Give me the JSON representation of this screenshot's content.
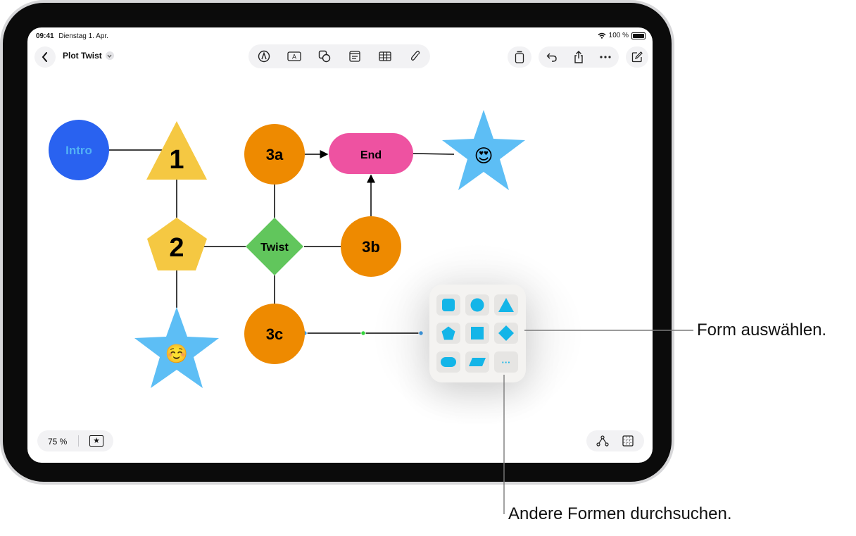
{
  "status": {
    "time": "09:41",
    "date": "Dienstag 1. Apr.",
    "battery": "100 %"
  },
  "header": {
    "doc_title": "Plot Twist"
  },
  "toolbar": {
    "tools": [
      "pen-tool-icon",
      "text-box-icon",
      "shapes-icon",
      "sticky-note-icon",
      "table-icon",
      "attachment-icon"
    ],
    "actions": [
      "clipboard-icon",
      "undo-icon",
      "share-icon",
      "more-icon",
      "compose-icon"
    ]
  },
  "diagram": {
    "nodes": {
      "intro": "Intro",
      "n1": "1",
      "n2": "2",
      "twist": "Twist",
      "n3a": "3a",
      "n3b": "3b",
      "n3c": "3c",
      "end": "End",
      "emoji_smile": "☺️",
      "emoji_love": "😍"
    },
    "colors": {
      "blue": "#2962f0",
      "yellow": "#f5c842",
      "orange": "#ee8a00",
      "green": "#61c65c",
      "pink": "#ee52a1",
      "star": "#5dbef5",
      "intro_text": "#52b2f5"
    }
  },
  "zoom": {
    "level": "75 %"
  },
  "shape_picker": {
    "accent": "#13b5e8",
    "shapes": [
      "rounded-square",
      "circle",
      "triangle",
      "pentagon",
      "square",
      "diamond",
      "capsule",
      "parallelogram",
      "more"
    ],
    "more_label": "···"
  },
  "callouts": {
    "select_shape": "Form auswählen.",
    "browse_shapes": "Andere Formen durchsuchen."
  }
}
